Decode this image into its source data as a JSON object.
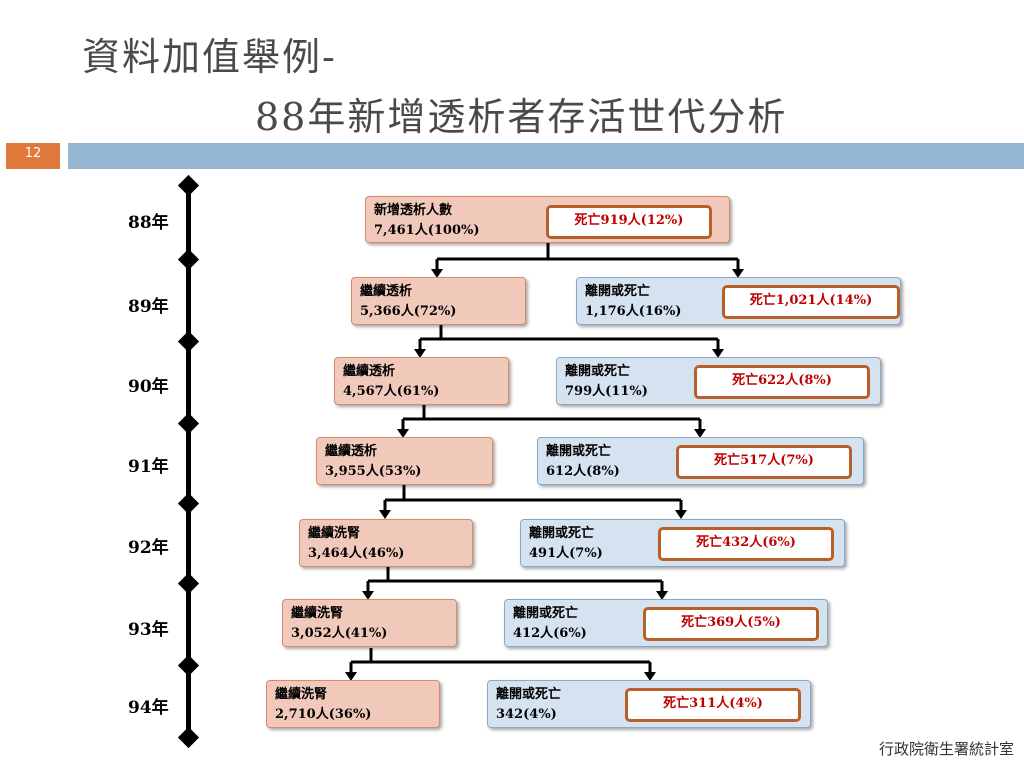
{
  "slide": {
    "title_line1": "資料加值舉例-",
    "title_line2": "88年新增透析者存活世代分析",
    "page_number": "12",
    "footer": "行政院衛生署統計室"
  },
  "years": [
    "88年",
    "89年",
    "90年",
    "91年",
    "92年",
    "93年",
    "94年"
  ],
  "initial": {
    "label": "新增透析人數",
    "value": "7,461人(100%)",
    "death": "死亡919人(12%)"
  },
  "rows": [
    {
      "cont_label": "繼續透析",
      "cont_value": "5,366人(72%)",
      "leave_label": "離開或死亡",
      "leave_value": "1,176人(16%)",
      "death": "死亡1,021人(14%)"
    },
    {
      "cont_label": "繼續透析",
      "cont_value": "4,567人(61%)",
      "leave_label": "離開或死亡",
      "leave_value": "799人(11%)",
      "death": "死亡622人(8%)"
    },
    {
      "cont_label": "繼續透析",
      "cont_value": "3,955人(53%)",
      "leave_label": "離開或死亡",
      "leave_value": "612人(8%)",
      "death": "死亡517人(7%)"
    },
    {
      "cont_label": "繼續洗腎",
      "cont_value": "3,464人(46%)",
      "leave_label": "離開或死亡",
      "leave_value": "491人(7%)",
      "death": "死亡432人(6%)"
    },
    {
      "cont_label": "繼續洗腎",
      "cont_value": "3,052人(41%)",
      "leave_label": "離開或死亡",
      "leave_value": "412人(6%)",
      "death": "死亡369人(5%)"
    },
    {
      "cont_label": "繼續洗腎",
      "cont_value": "2,710人(36%)",
      "leave_label": "離開或死亡",
      "leave_value": "342(4%)",
      "death": "死亡311人(4%)"
    }
  ],
  "colors": {
    "accent": "#e07a3c",
    "bar": "#94b6d2",
    "death_border": "#b85f2a",
    "death_text": "#c00000",
    "pink": "#f1c9bb",
    "blue": "#d5e3f1"
  }
}
